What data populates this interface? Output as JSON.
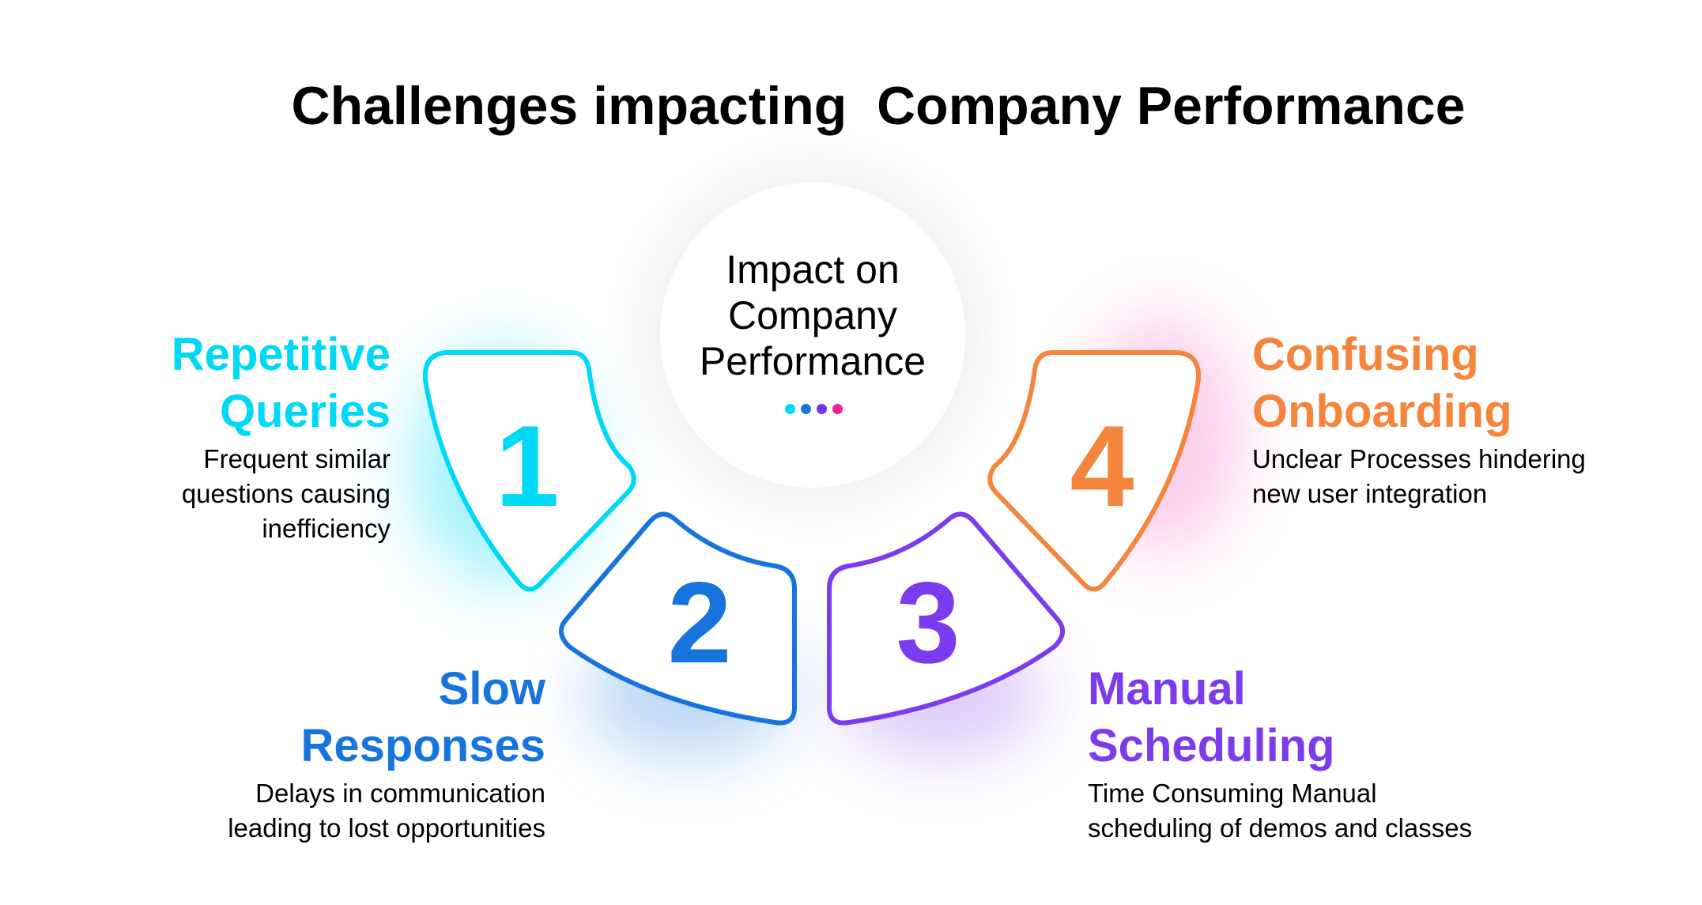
{
  "title": "Challenges impacting  Company Performance",
  "center": {
    "lines": [
      "Impact on",
      "Company",
      "Performance"
    ],
    "dot_colors": [
      "#00D9F5",
      "#1674DC",
      "#7236EE",
      "#F21E9A"
    ]
  },
  "items": [
    {
      "number": "1",
      "color": "#00D9F5",
      "heading_lines": [
        "Repetitive",
        "Queries"
      ],
      "desc_lines": [
        "Frequent similar",
        "questions causing",
        "inefficiency"
      ]
    },
    {
      "number": "2",
      "color": "#1674DC",
      "heading_lines": [
        "Slow",
        "Responses"
      ],
      "desc_lines": [
        "Delays in communication",
        "leading to lost opportunities"
      ]
    },
    {
      "number": "3",
      "color": "#7B3BEF",
      "heading_lines": [
        "Manual",
        "Scheduling"
      ],
      "desc_lines": [
        "Time Consuming Manual",
        "scheduling of demos and classes"
      ]
    },
    {
      "number": "4",
      "color": "#F5843D",
      "heading_lines": [
        "Confusing",
        "Onboarding"
      ],
      "desc_lines": [
        "Unclear Processes hindering",
        "new user integration"
      ]
    }
  ]
}
